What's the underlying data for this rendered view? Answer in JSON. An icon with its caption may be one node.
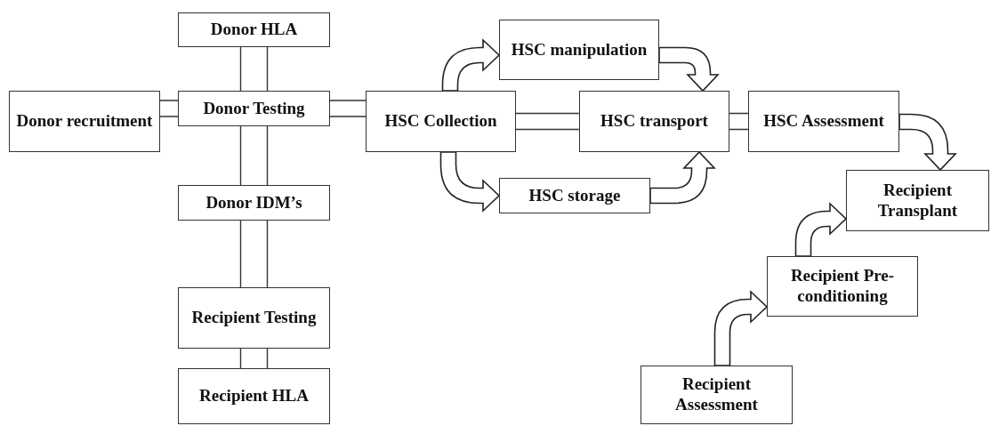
{
  "diagram": {
    "nodes": [
      {
        "text": [
          "Donor HLA"
        ]
      },
      {
        "text": [
          "HSC manipulation"
        ]
      },
      {
        "text": [
          "Donor recruitment"
        ]
      },
      {
        "text": [
          "Donor Testing"
        ]
      },
      {
        "text": [
          "HSC Collection"
        ]
      },
      {
        "text": [
          "HSC transport"
        ]
      },
      {
        "text": [
          "HSC Assessment"
        ]
      },
      {
        "text": [
          "Donor IDM’s"
        ]
      },
      {
        "text": [
          "HSC storage"
        ]
      },
      {
        "text": [
          "Recipient Transplant"
        ]
      },
      {
        "text": [
          "Recipient Pre-conditioning"
        ]
      },
      {
        "text": [
          "Recipient Testing"
        ]
      },
      {
        "text": [
          "Recipient HLA"
        ]
      },
      {
        "text": [
          "Recipient Assessment"
        ]
      }
    ],
    "edges": [
      {
        "from": 0,
        "to": 3,
        "arrow": "none"
      },
      {
        "from": 2,
        "to": 3,
        "arrow": "none"
      },
      {
        "from": 3,
        "to": 4,
        "arrow": "none"
      },
      {
        "from": 3,
        "to": 7,
        "arrow": "none"
      },
      {
        "from": 7,
        "to": 11,
        "arrow": "none"
      },
      {
        "from": 11,
        "to": 12,
        "arrow": "none"
      },
      {
        "from": 4,
        "to": 5,
        "arrow": "none"
      },
      {
        "from": 5,
        "to": 6,
        "arrow": "none"
      },
      {
        "from": 4,
        "to": 1,
        "arrow": "to"
      },
      {
        "from": 4,
        "to": 8,
        "arrow": "to"
      },
      {
        "from": 1,
        "to": 5,
        "arrow": "to"
      },
      {
        "from": 8,
        "to": 5,
        "arrow": "to"
      },
      {
        "from": 6,
        "to": 9,
        "arrow": "to"
      },
      {
        "from": 10,
        "to": 9,
        "arrow": "to"
      },
      {
        "from": 13,
        "to": 10,
        "arrow": "to"
      }
    ]
  }
}
